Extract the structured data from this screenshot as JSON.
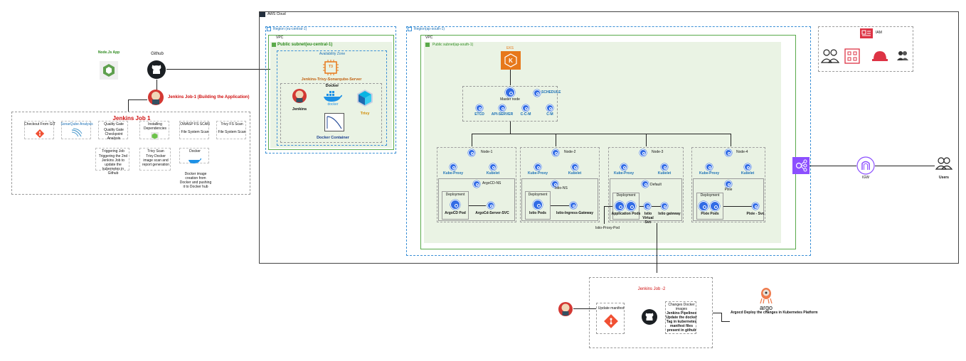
{
  "left": {
    "nodejs_label": "Node.Js App",
    "github_label": "Github",
    "jenkins_job1_title": "Jenkins Job-1 (Building the Application)",
    "job1_box_title": "Jenkins Job 1",
    "steps": [
      {
        "label": "Checkout From GIT",
        "icon": "git-icon"
      },
      {
        "label": "SonarQube Analysis",
        "icon": "sonarqube-icon"
      },
      {
        "label": "Quality Gate",
        "sub": "Quality Gate Checkpoint Analysis",
        "icon": "none"
      },
      {
        "label": "Installing Dependencies",
        "icon": "npm-icon"
      },
      {
        "label": "OWASP FS SCAN",
        "sub": "File System Scan",
        "icon": "none"
      },
      {
        "label": "Trivy FS Scan",
        "sub": "File System Scan",
        "icon": "none"
      }
    ],
    "trigger": {
      "title": "Triggering Job",
      "desc": "Triggering the 2nd Jenkins Job to update the kubernetes in Github"
    },
    "trivy_scan": {
      "title": "Trivy Scan",
      "desc": "Trivy Docker image scan and report generation"
    },
    "docker_step": {
      "title": "Docker",
      "desc": "Docker image creation from Docker and pushing it to Docker hub"
    }
  },
  "aws": {
    "cloud_label": "AWS Cloud",
    "region1_label": "Region (eu-central-1)",
    "vpc1_label": "VPC",
    "subnet1_label": "Public subnet(eu-central-1)",
    "az_label": "Availability Zone",
    "t3_label": "T3",
    "server_label": "Jenkins-Trivy-Sonarqube-Server",
    "jenkins_label": "Jenkins",
    "docker_label": "Docker",
    "trivy_label": "Trivy",
    "container_label": "Docker Container",
    "region2_label": "Region(ap-south-1)",
    "vpc2_label": "VPC",
    "subnet2_label": "Public subnet(ap-south-1)",
    "eks_label": "EKS",
    "master_label": "Master node",
    "schedule_label": "SCHEDULE",
    "etcd_label": "ETCD",
    "api_label": "API-SERVER",
    "ccm_label": "C-C-M",
    "cm_label": "C-M",
    "nodes": [
      {
        "name": "Node-1",
        "proxy": "Kube-Proxy",
        "kubelet": "Kubelet",
        "ns": "ArgoCD-NS",
        "deploy": "Deployment",
        "pod": "ArgoCD Pod",
        "svc": "ArgoCd-Server-SVC"
      },
      {
        "name": "Node-2",
        "proxy": "Kube-Proxy",
        "kubelet": "Kubelet",
        "ns": "Istio-NS",
        "deploy": "Deployment",
        "pod": "Istio Pods",
        "svc": "Istio-Ingress-Gateway"
      },
      {
        "name": "Node-3",
        "proxy": "Kube-Proxy",
        "kubelet": "Kubelet",
        "ns": "Default",
        "deploy": "Deployment",
        "pod": "Application Pods",
        "svc": "Istio Virtual Svc",
        "gw": "Istio gateway"
      },
      {
        "name": "Node-4",
        "proxy": "Kube-Proxy",
        "kubelet": "Kubelet",
        "ns": "Pixie",
        "deploy": "Deployment",
        "pod": "Pixie Pods",
        "svc": "Pixie - Svc"
      }
    ],
    "proxy_pod_label": "Istio-Proxy-Pod"
  },
  "right": {
    "iam_label": "IAM",
    "igw_label": "IGW",
    "users_label": "Users"
  },
  "job2": {
    "title": "Jenkins Job -2",
    "manifest_label": "Update manifest",
    "change_title": "Changes Docker images",
    "change_desc": "Jenkins Pipelines Update the docker Tag in kubernetes manifest files present in github",
    "argo_label": "argo",
    "argo_desc": "Argocd Deploy the changes in Kubernetes Platform"
  },
  "colors": {
    "aws_orange": "#e7781a",
    "k8s_blue": "#326ce5",
    "subnet_green": "#5aaa4a",
    "region_blue": "#3a8fd6",
    "iam_red": "#dd3344",
    "vpc_purple": "#8c4fff"
  }
}
